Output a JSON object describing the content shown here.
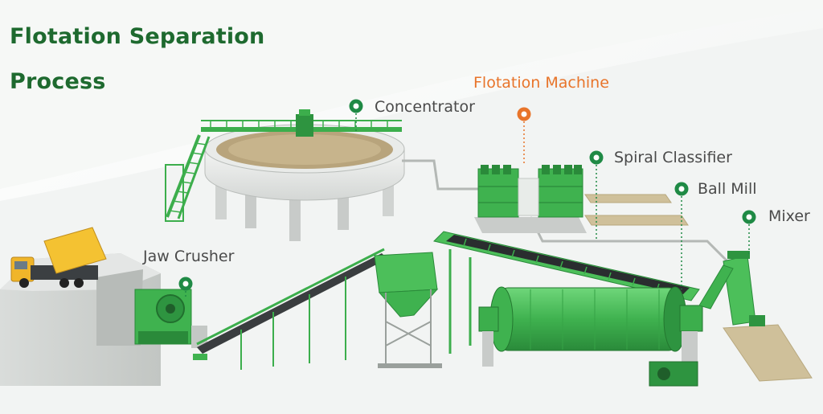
{
  "title": {
    "line1": "Flotation Separation",
    "line2": "Process"
  },
  "colors": {
    "title": "#1e6a2f",
    "marker": "#1f8a45",
    "accent_marker": "#e8742a",
    "equipment": "#4cbf5a",
    "equipment_dark": "#2e9440",
    "label": "#4a4a4a"
  },
  "equipment_labels": [
    {
      "id": "concentrator",
      "text": "Concentrator",
      "highlight": false
    },
    {
      "id": "flotation_machine",
      "text": "Flotation Machine",
      "highlight": true
    },
    {
      "id": "spiral_classifier",
      "text": "Spiral Classifier",
      "highlight": false
    },
    {
      "id": "ball_mill",
      "text": "Ball Mill",
      "highlight": false
    },
    {
      "id": "mixer",
      "text": "Mixer",
      "highlight": false
    },
    {
      "id": "jaw_crusher",
      "text": "Jaw Crusher",
      "highlight": false
    }
  ]
}
